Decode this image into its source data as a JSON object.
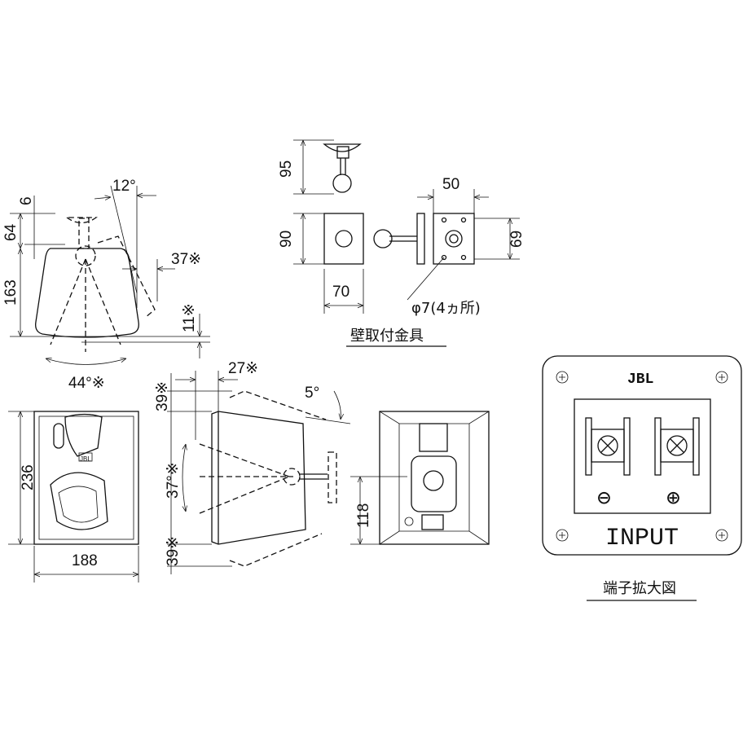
{
  "front_view": {
    "dim_6": "6",
    "dim_64": "64",
    "dim_163": "163",
    "angle_12": "12°",
    "dim_37": "37※",
    "dim_11": "11※",
    "angle_44": "44°※"
  },
  "wall_bracket": {
    "dim_95": "95",
    "dim_90": "90",
    "dim_70": "70",
    "dim_50": "50",
    "dim_69": "69",
    "hole_note": "φ7(4ヵ所)",
    "title": "壁取付金具"
  },
  "speaker_front": {
    "dim_236": "236",
    "dim_188": "188",
    "logo": "JBL"
  },
  "side_view": {
    "dim_27": "27※",
    "dim_39_top": "39※",
    "angle_5": "5°",
    "angle_37": "37°※",
    "dim_39_bottom": "39※"
  },
  "rear_view": {
    "dim_118": "118"
  },
  "terminal": {
    "logo": "JBL",
    "minus": "⊖",
    "plus": "⊕",
    "label": "INPUT",
    "title": "端子拡大図"
  }
}
